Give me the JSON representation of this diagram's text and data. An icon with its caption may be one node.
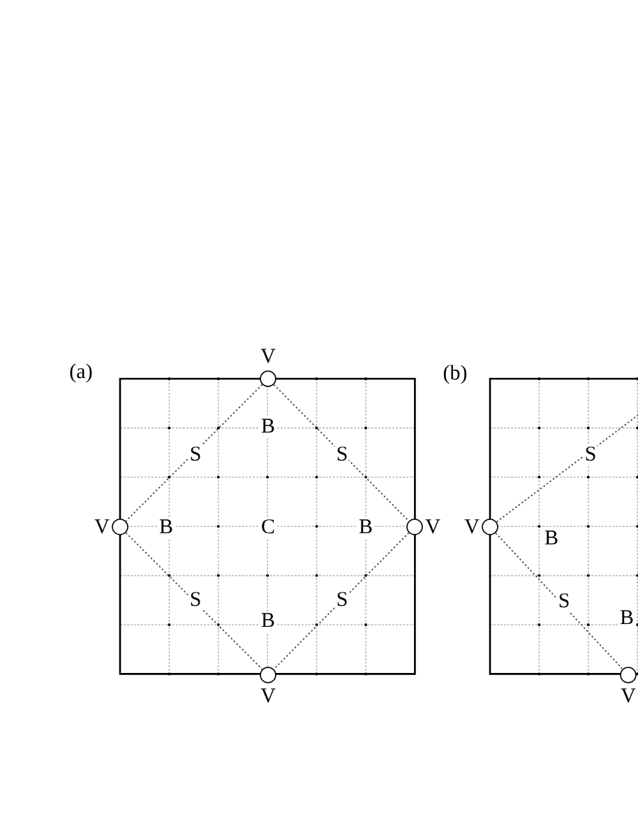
{
  "diagram": {
    "nodes": [
      {
        "text": [],
        "shape": "circle",
        "beside": [
          "V"
        ]
      },
      {
        "text": [],
        "shape": "circle",
        "beside": [
          "V"
        ]
      },
      {
        "text": [],
        "shape": "circle",
        "beside": [
          "V"
        ]
      },
      {
        "text": [],
        "shape": "circle",
        "beside": [
          "V"
        ]
      },
      {
        "text": [],
        "shape": "circle",
        "beside": [
          "V"
        ]
      },
      {
        "text": [],
        "shape": "circle",
        "beside": [
          "V"
        ]
      }
    ],
    "edges": [
      {
        "from": 0,
        "to": 1,
        "arrow": "none",
        "label": "S"
      },
      {
        "from": 0,
        "to": 2,
        "arrow": "none",
        "label": "S"
      },
      {
        "from": 1,
        "to": 3,
        "arrow": "none",
        "label": "S"
      },
      {
        "from": 2,
        "to": 3,
        "arrow": "none",
        "label": "S"
      },
      {
        "from": 4,
        "to": null,
        "arrow": "none",
        "label": "S"
      },
      {
        "from": 4,
        "to": 5,
        "arrow": "none",
        "label": "S"
      }
    ],
    "labels": [
      "(a)",
      "B",
      "B",
      "C",
      "B",
      "B",
      "(b)",
      "B",
      "B"
    ]
  }
}
